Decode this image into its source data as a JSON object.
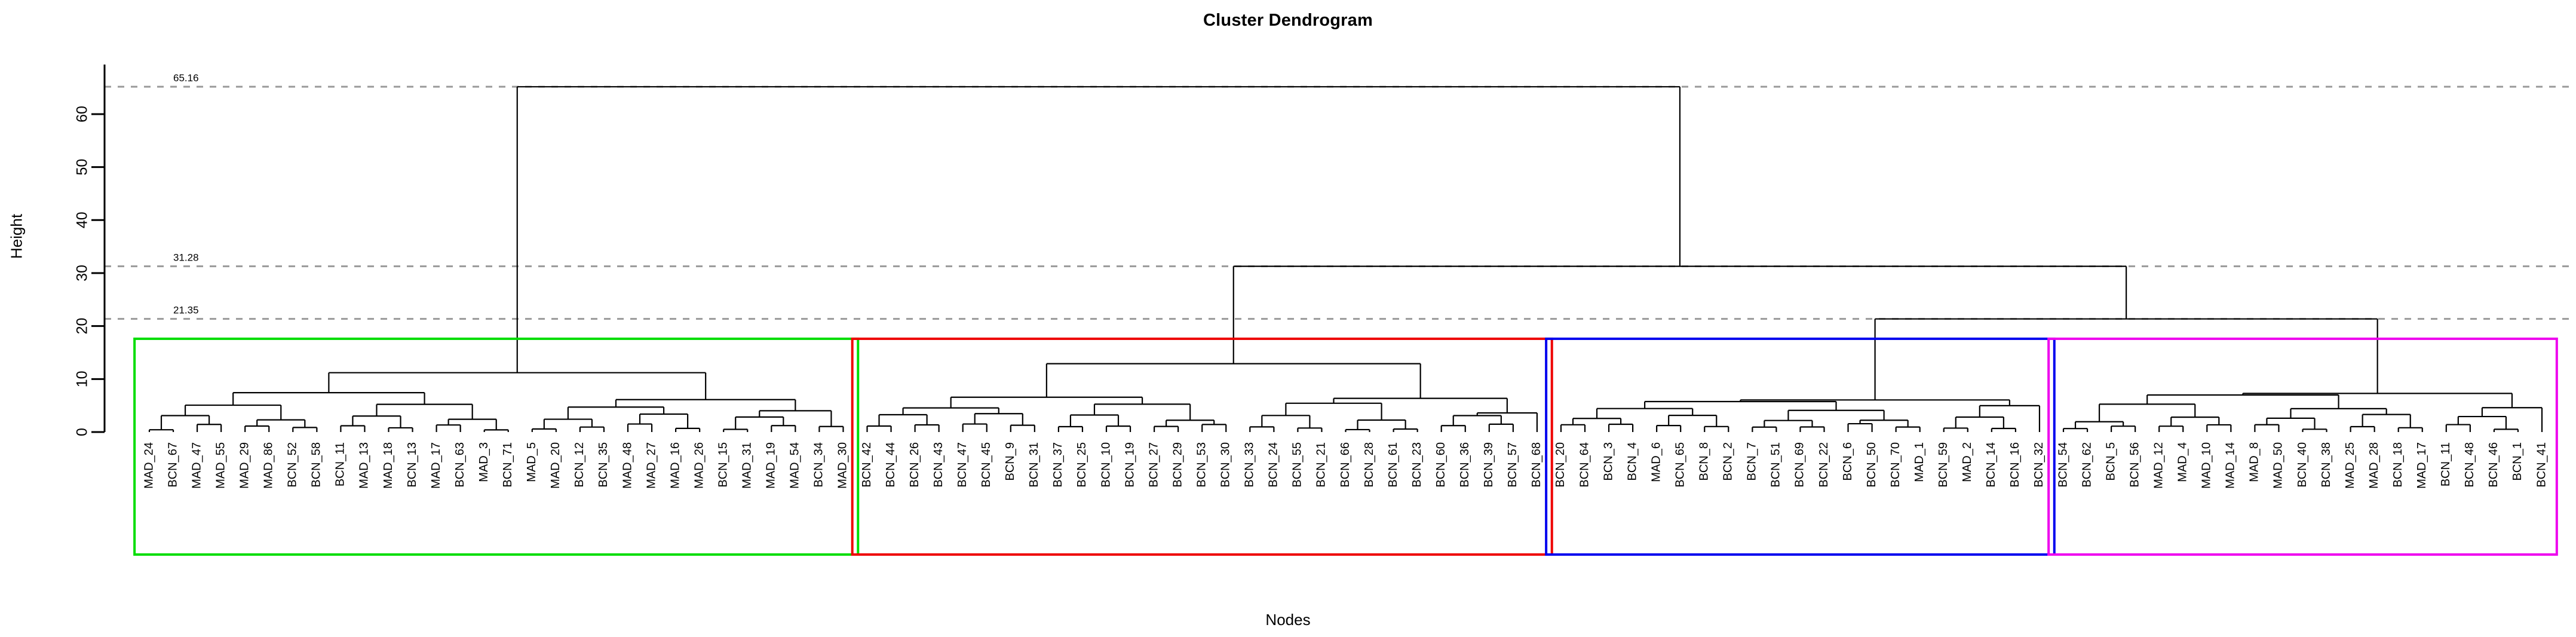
{
  "chart_data": {
    "type": "dendrogram",
    "title": "Cluster Dendrogram",
    "xlabel": "Nodes",
    "ylabel": "Height",
    "ylim": [
      0,
      68
    ],
    "yticks": [
      0,
      10,
      20,
      30,
      40,
      50,
      60
    ],
    "ytick_labels": [
      "0",
      "10",
      "20",
      "30",
      "40",
      "50",
      "60"
    ],
    "grid": false,
    "threshold_lines": [
      {
        "value": 65.16,
        "label": "65.16",
        "color": "#9a9a9a",
        "style": "dashed"
      },
      {
        "value": 31.28,
        "label": "31.28",
        "color": "#9a9a9a",
        "style": "dashed"
      },
      {
        "value": 21.35,
        "label": "21.35",
        "color": "#9a9a9a",
        "style": "dashed"
      }
    ],
    "cluster_colors": {
      "green": "#00dd00",
      "red": "#ee0000",
      "blue": "#0000ee",
      "magenta": "#ee00ee"
    },
    "clusters": [
      {
        "name": "cluster-1",
        "color": "#00dd00",
        "box_top_height": 17.6,
        "leaves": [
          "MAD_24",
          "BCN_67",
          "MAD_47",
          "MAD_55",
          "MAD_29",
          "MAD_86",
          "BCN_52",
          "BCN_58",
          "BCN_11",
          "MAD_13",
          "MAD_18",
          "BCN_13",
          "MAD_17",
          "BCN_63",
          "MAD_3",
          "BCN_71",
          "MAD_5",
          "MAD_20",
          "BCN_12",
          "BCN_35",
          "MAD_48",
          "MAD_27",
          "MAD_16",
          "MAD_26",
          "BCN_15",
          "MAD_31",
          "MAD_19",
          "MAD_54",
          "BCN_34",
          "MAD_30"
        ]
      },
      {
        "name": "cluster-2",
        "color": "#ee0000",
        "box_top_height": 17.6,
        "leaves": [
          "BCN_42",
          "BCN_44",
          "BCN_26",
          "BCN_43",
          "BCN_47",
          "BCN_45",
          "BCN_9",
          "BCN_31",
          "BCN_37",
          "BCN_25",
          "BCN_10",
          "BCN_19",
          "BCN_27",
          "BCN_29",
          "BCN_53",
          "BCN_30",
          "BCN_33",
          "BCN_24",
          "BCN_55",
          "BCN_21",
          "BCN_66",
          "BCN_28",
          "BCN_61",
          "BCN_23",
          "BCN_60",
          "BCN_36",
          "BCN_39",
          "BCN_57",
          "BCN_68"
        ]
      },
      {
        "name": "cluster-3",
        "color": "#0000ee",
        "box_top_height": 17.6,
        "leaves": [
          "BCN_20",
          "BCN_64",
          "BCN_3",
          "BCN_4",
          "MAD_6",
          "BCN_65",
          "BCN_8",
          "BCN_2",
          "BCN_7",
          "BCN_51",
          "BCN_69",
          "BCN_22",
          "BCN_6",
          "BCN_50",
          "BCN_70",
          "MAD_1",
          "BCN_59",
          "MAD_2",
          "BCN_14",
          "BCN_16",
          "BCN_32"
        ]
      },
      {
        "name": "cluster-4",
        "color": "#ee00ee",
        "box_top_height": 17.6,
        "leaves": [
          "BCN_54",
          "BCN_62",
          "BCN_5",
          "BCN_56",
          "MAD_12",
          "MAD_4",
          "MAD_10",
          "MAD_14",
          "MAD_8",
          "MAD_50",
          "BCN_40",
          "BCN_38",
          "MAD_25",
          "MAD_28",
          "BCN_18",
          "MAD_17",
          "BCN_11",
          "BCN_48",
          "BCN_46",
          "BCN_1",
          "BCN_41"
        ]
      }
    ],
    "notable_merge_heights": {
      "root": 65.16,
      "right_branch": 31.28,
      "right_sub_branch": 21.35,
      "cluster1_top": 11.2,
      "cluster2_top": 12.9,
      "cluster3_top": 4.8,
      "cluster4_top": 5.1
    }
  }
}
